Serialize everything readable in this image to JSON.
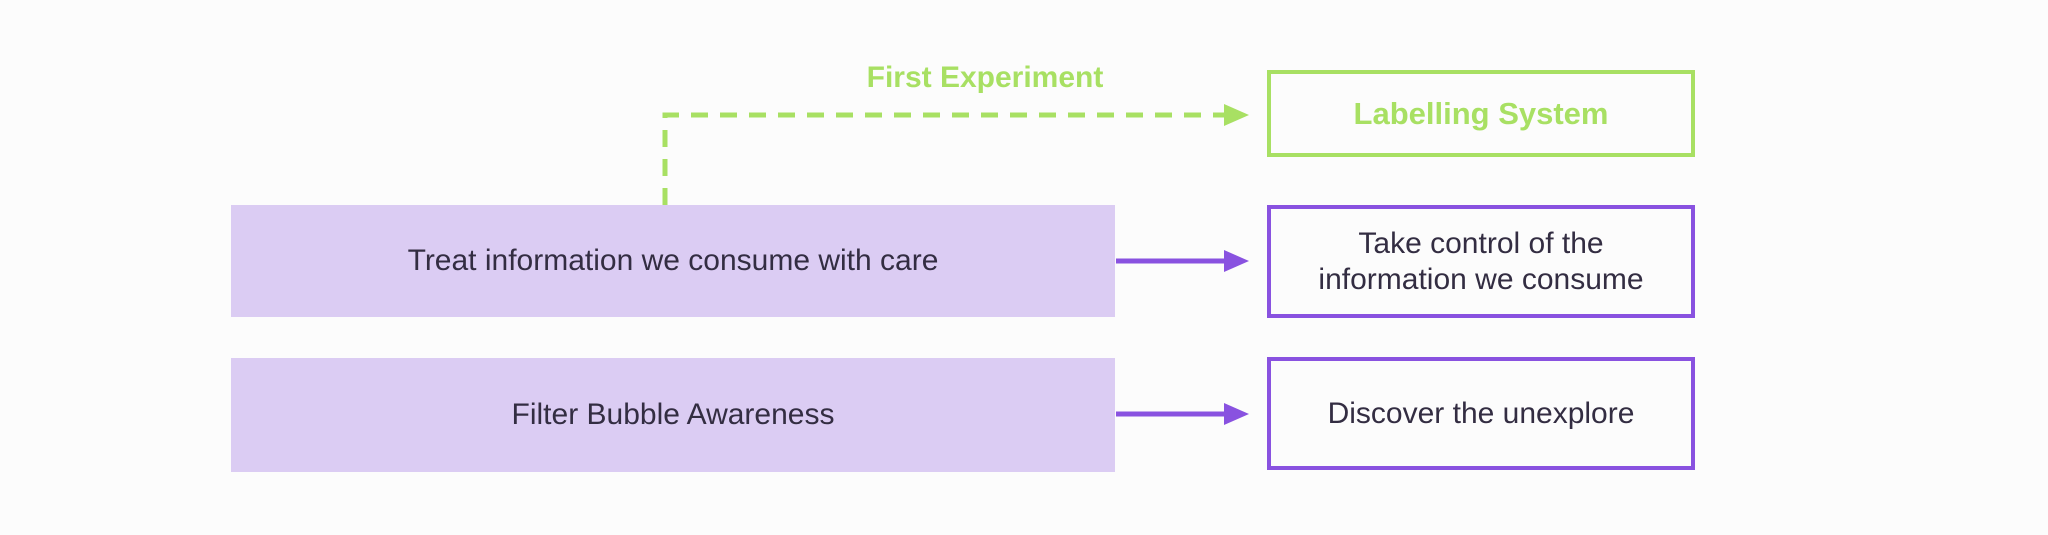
{
  "colors": {
    "background": "#fcfcfc",
    "green": "#a8e063",
    "purple": "#8952e0",
    "purple_fill": "#dbccf3",
    "text_dark": "#332d42"
  },
  "diagram": {
    "connector_label": "First Experiment",
    "nodes": {
      "labelling_system": {
        "label": "Labelling System"
      },
      "treat_information": {
        "label": "Treat information we consume with care"
      },
      "take_control": {
        "label": "Take control of the information we consume"
      },
      "filter_bubble": {
        "label": "Filter Bubble Awareness"
      },
      "discover_unexplore": {
        "label": "Discover the unexplore"
      }
    }
  }
}
